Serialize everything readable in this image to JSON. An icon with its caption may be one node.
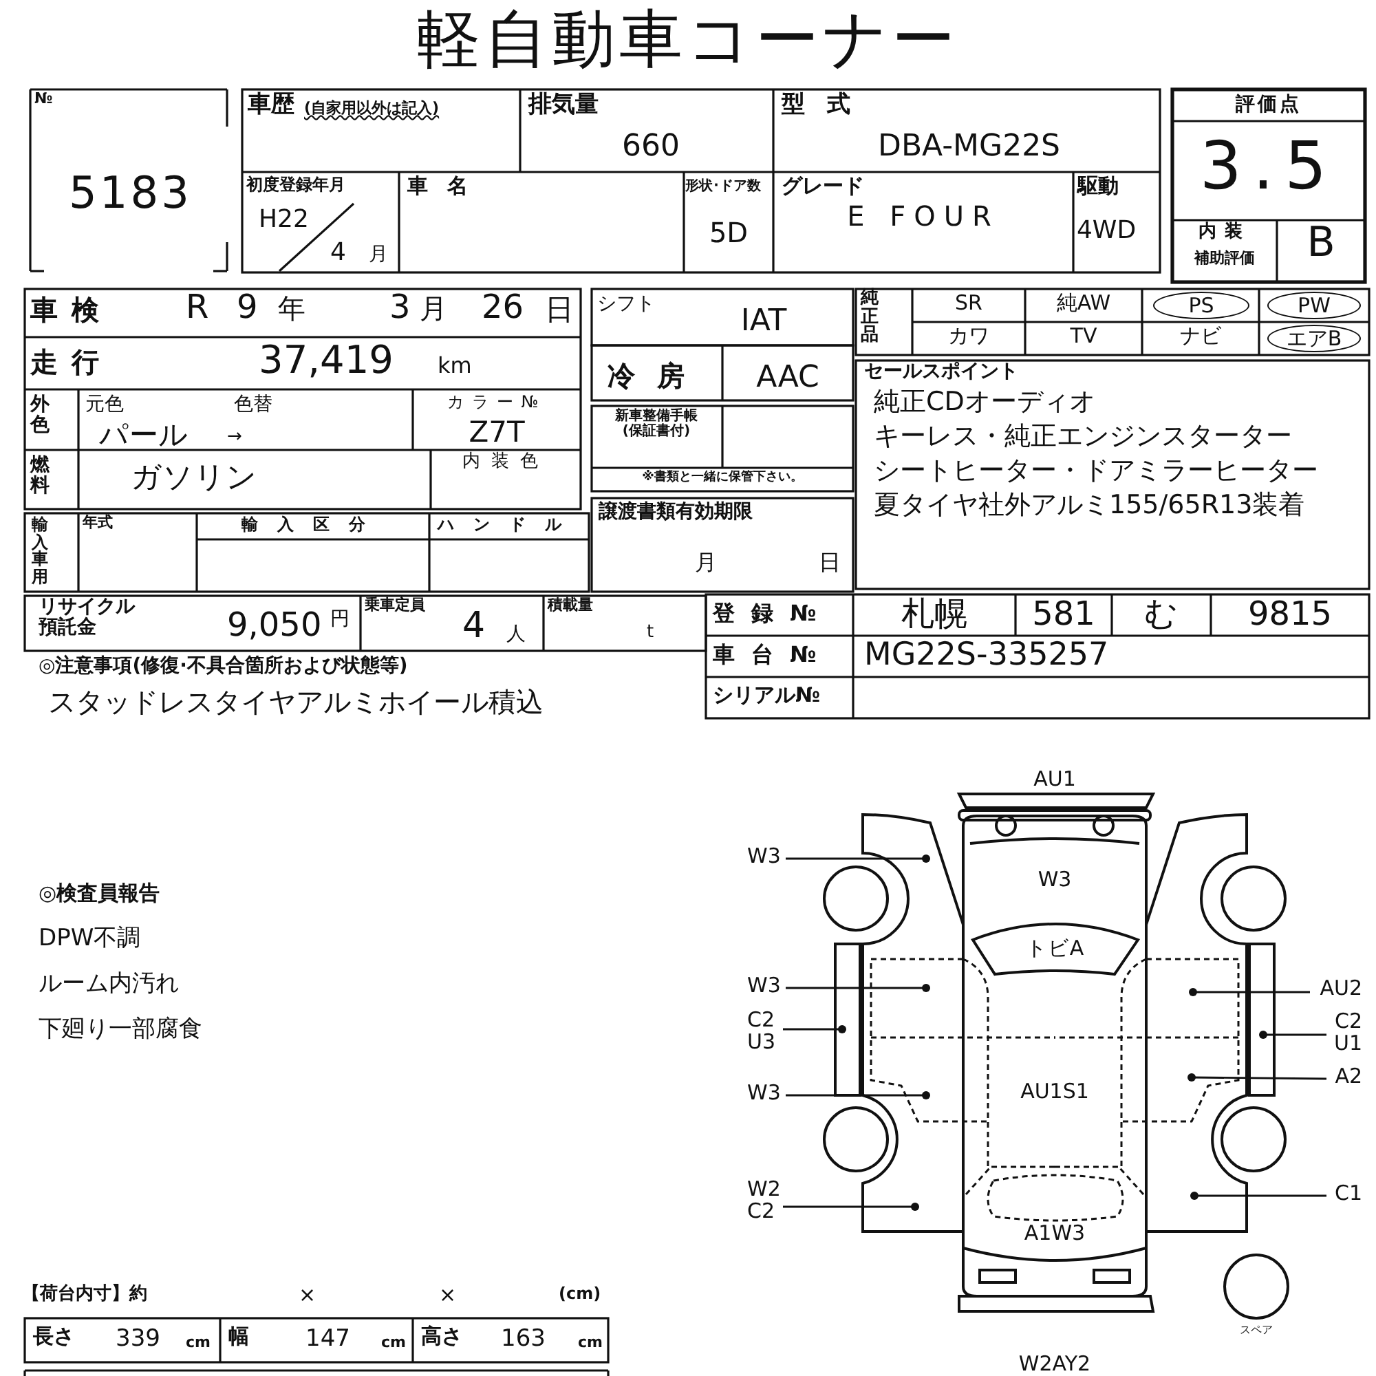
{
  "diagram": {
    "title": "軽自動車コーナー",
    "nodes": [
      {
        "text": [
          "W3"
        ]
      },
      {
        "text": [
          "W3"
        ]
      },
      {
        "text": [
          "C2 U3"
        ]
      },
      {
        "text": [
          "W3"
        ]
      },
      {
        "text": [
          "W2 C2"
        ]
      },
      {
        "text": [
          "AU2"
        ]
      },
      {
        "text": [
          "C2 U1"
        ]
      },
      {
        "text": [
          "A2"
        ]
      },
      {
        "text": [
          "C1"
        ]
      }
    ],
    "edges": [
      {
        "from": 0,
        "to": null,
        "arrow": "other"
      },
      {
        "from": 1,
        "to": null,
        "arrow": "other"
      },
      {
        "from": 2,
        "to": null,
        "arrow": "other"
      },
      {
        "from": 3,
        "to": null,
        "arrow": "other"
      },
      {
        "from": 4,
        "to": null,
        "arrow": "other"
      },
      {
        "from": 5,
        "to": null,
        "arrow": "other"
      },
      {
        "from": 6,
        "to": null,
        "arrow": "other"
      },
      {
        "from": 7,
        "to": null,
        "arrow": "other"
      },
      {
        "from": 8,
        "to": null,
        "arrow": "other"
      }
    ],
    "labels": [
      "№",
      "5183",
      "車歴",
      "(自家用以外は記入)",
      "排気量",
      "660",
      "型式",
      "DBA-MG22S",
      "評価点",
      "3.5",
      "初度登録年月",
      "H22",
      "4",
      "月",
      "車名",
      "形状･ドア数",
      "5D",
      "グレード",
      "E FOUR",
      "駆動",
      "4WD",
      "内装",
      "補助評価",
      "B",
      "車検",
      "R",
      "9",
      "年",
      "3",
      "月",
      "26",
      "日",
      "走行",
      "37,419",
      "km",
      "外色",
      "元色",
      "色替",
      "パール",
      "→",
      "カラー№",
      "Z7T",
      "燃料",
      "ガソリン",
      "内装色",
      "輸入車用",
      "年式",
      "輸入区分",
      "ハンドル",
      "リサイクル預託金",
      "9,050",
      "円",
      "乗車定員",
      "4",
      "人",
      "積載量",
      "t",
      "◎注意事項(修復·不具合箇所および状態等)",
      "スタッドレスタイヤアルミホイール積込",
      "シフト",
      "IAT",
      "冷房",
      "AAC",
      "新車整備手帳(保証書付)",
      "※書類と一緒に保管下さい。",
      "譲渡書類有効期限",
      "月",
      "日",
      "純正品",
      "SR",
      "純AW",
      "PS",
      "PW",
      "カワ",
      "TV",
      "ナビ",
      "エアB",
      "セールスポイント",
      "純正CDオーディオ",
      "キーレス・純正エンジンスターター",
      "シートヒーター・ドアミラーヒーター",
      "夏タイヤ社外アルミ155/65R13装着",
      "登録№",
      "札幌",
      "581",
      "む",
      "9815",
      "車台№",
      "MG22S-335257",
      "シリアル№",
      "◎検査員報告",
      "DPW不調",
      "ルーム内汚れ",
      "下廻り一部腐食",
      "【荷台内寸】約",
      "×",
      "×",
      "(cm)",
      "長さ",
      "339",
      "cm",
      "幅",
      "147",
      "cm",
      "高さ",
      "163",
      "cm",
      "AU1",
      "W3",
      "トビA",
      "AU1S1",
      "A1W3",
      "W2AY2",
      "スペア"
    ]
  }
}
